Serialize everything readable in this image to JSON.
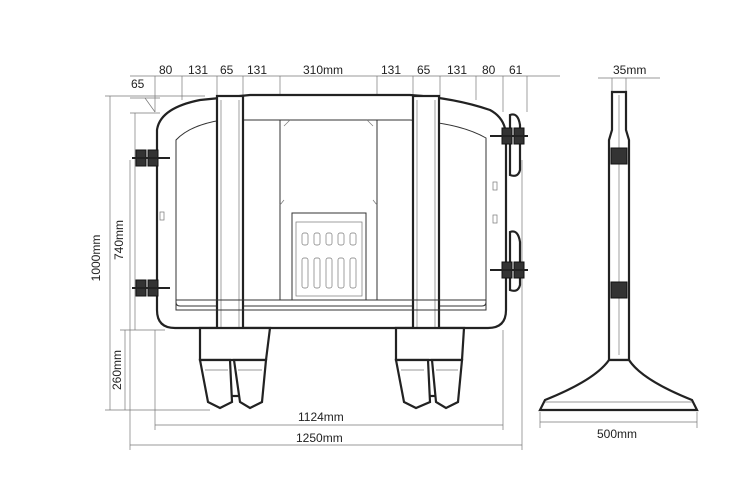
{
  "top_dims": [
    "80",
    "131",
    "65",
    "131",
    "310mm",
    "131",
    "65",
    "131",
    "80",
    "61"
  ],
  "left_small_dim": "65",
  "height_total": "1000mm",
  "height_upper": "740mm",
  "height_feet": "260mm",
  "width_inner": "1124mm",
  "width_total": "1250mm",
  "side_top_width": "35mm",
  "side_base_width": "500mm",
  "colors": {
    "stroke": "#222222",
    "background": "#ffffff"
  }
}
